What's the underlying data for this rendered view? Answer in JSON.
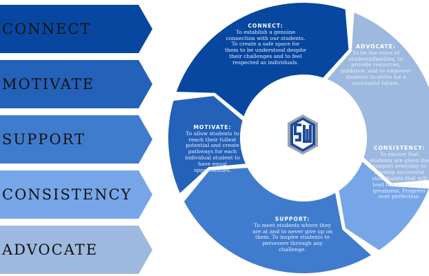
{
  "pillars": [
    {
      "label": "CONNECT",
      "color": "#0747a0",
      "title": "CONNECT:",
      "text": "To establish a genuine connection with our students. To create a safe space for them to be understood despite their challenges and to feel respected as individuals."
    },
    {
      "label": "MOTIVATE",
      "color": "#2461b8",
      "title": "MOTIVATE:",
      "text": "To allow students to reach their fullest potential and create pathways for each individual student to have equal opportunities."
    },
    {
      "label": "SUPPORT",
      "color": "#407ccd",
      "title": "SUPPORT:",
      "text": "To meet students where they are at and to never give up on them. To inspire students to persevere through any challenge."
    },
    {
      "label": "CONSISTENCY",
      "color": "#77a6e8",
      "title": "CONSISTENCY:",
      "text": "To ensure that students are given the support everyday to develop successful skills/habits that will lead them to overall greatness. Progress over perfection."
    },
    {
      "label": "ADVOCATE",
      "color": "#9db9df",
      "title": "ADVOCATE:",
      "text": "To be the voice of students/families, to provide resources, guidance, and to empower students to strive for a successful future."
    }
  ],
  "logo": {
    "text": "SW",
    "colors": {
      "outer": "#9aa3ad",
      "inner": "#1e4a9a"
    }
  }
}
